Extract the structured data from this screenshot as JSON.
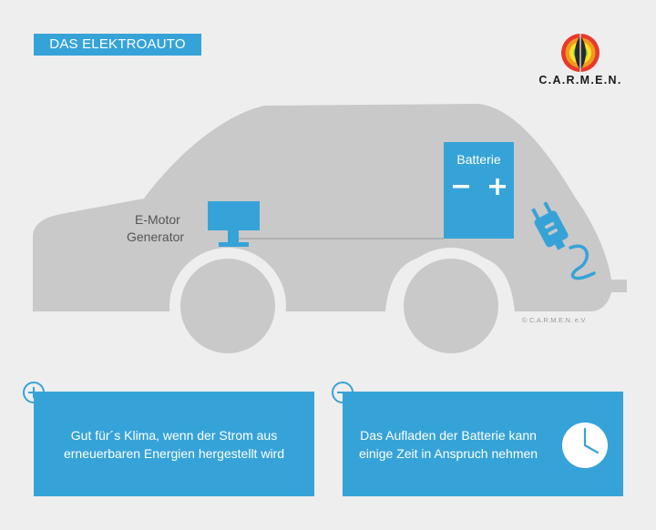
{
  "header": {
    "title": "DAS ELEKTROAUTO"
  },
  "logo": {
    "name": "C.A.R.M.E.N."
  },
  "car": {
    "motor_line1": "E-Motor",
    "motor_line2": "Generator",
    "battery_label": "Batterie",
    "battery_minus": "–",
    "battery_plus": "+",
    "copyright": "© C.A.R.M.E.N. e.V."
  },
  "pro": {
    "text_line1": "Gut für´s Klima, wenn der Strom aus",
    "text_line2": "erneuerbaren Energien hergestellt wird"
  },
  "con": {
    "text_line1": "Das Aufladen der Batterie kann",
    "text_line2": "einige Zeit in Anspruch nehmen"
  },
  "colors": {
    "accent": "#36a3d8",
    "car": "#c9c9c9",
    "background": "#eeeeee"
  }
}
